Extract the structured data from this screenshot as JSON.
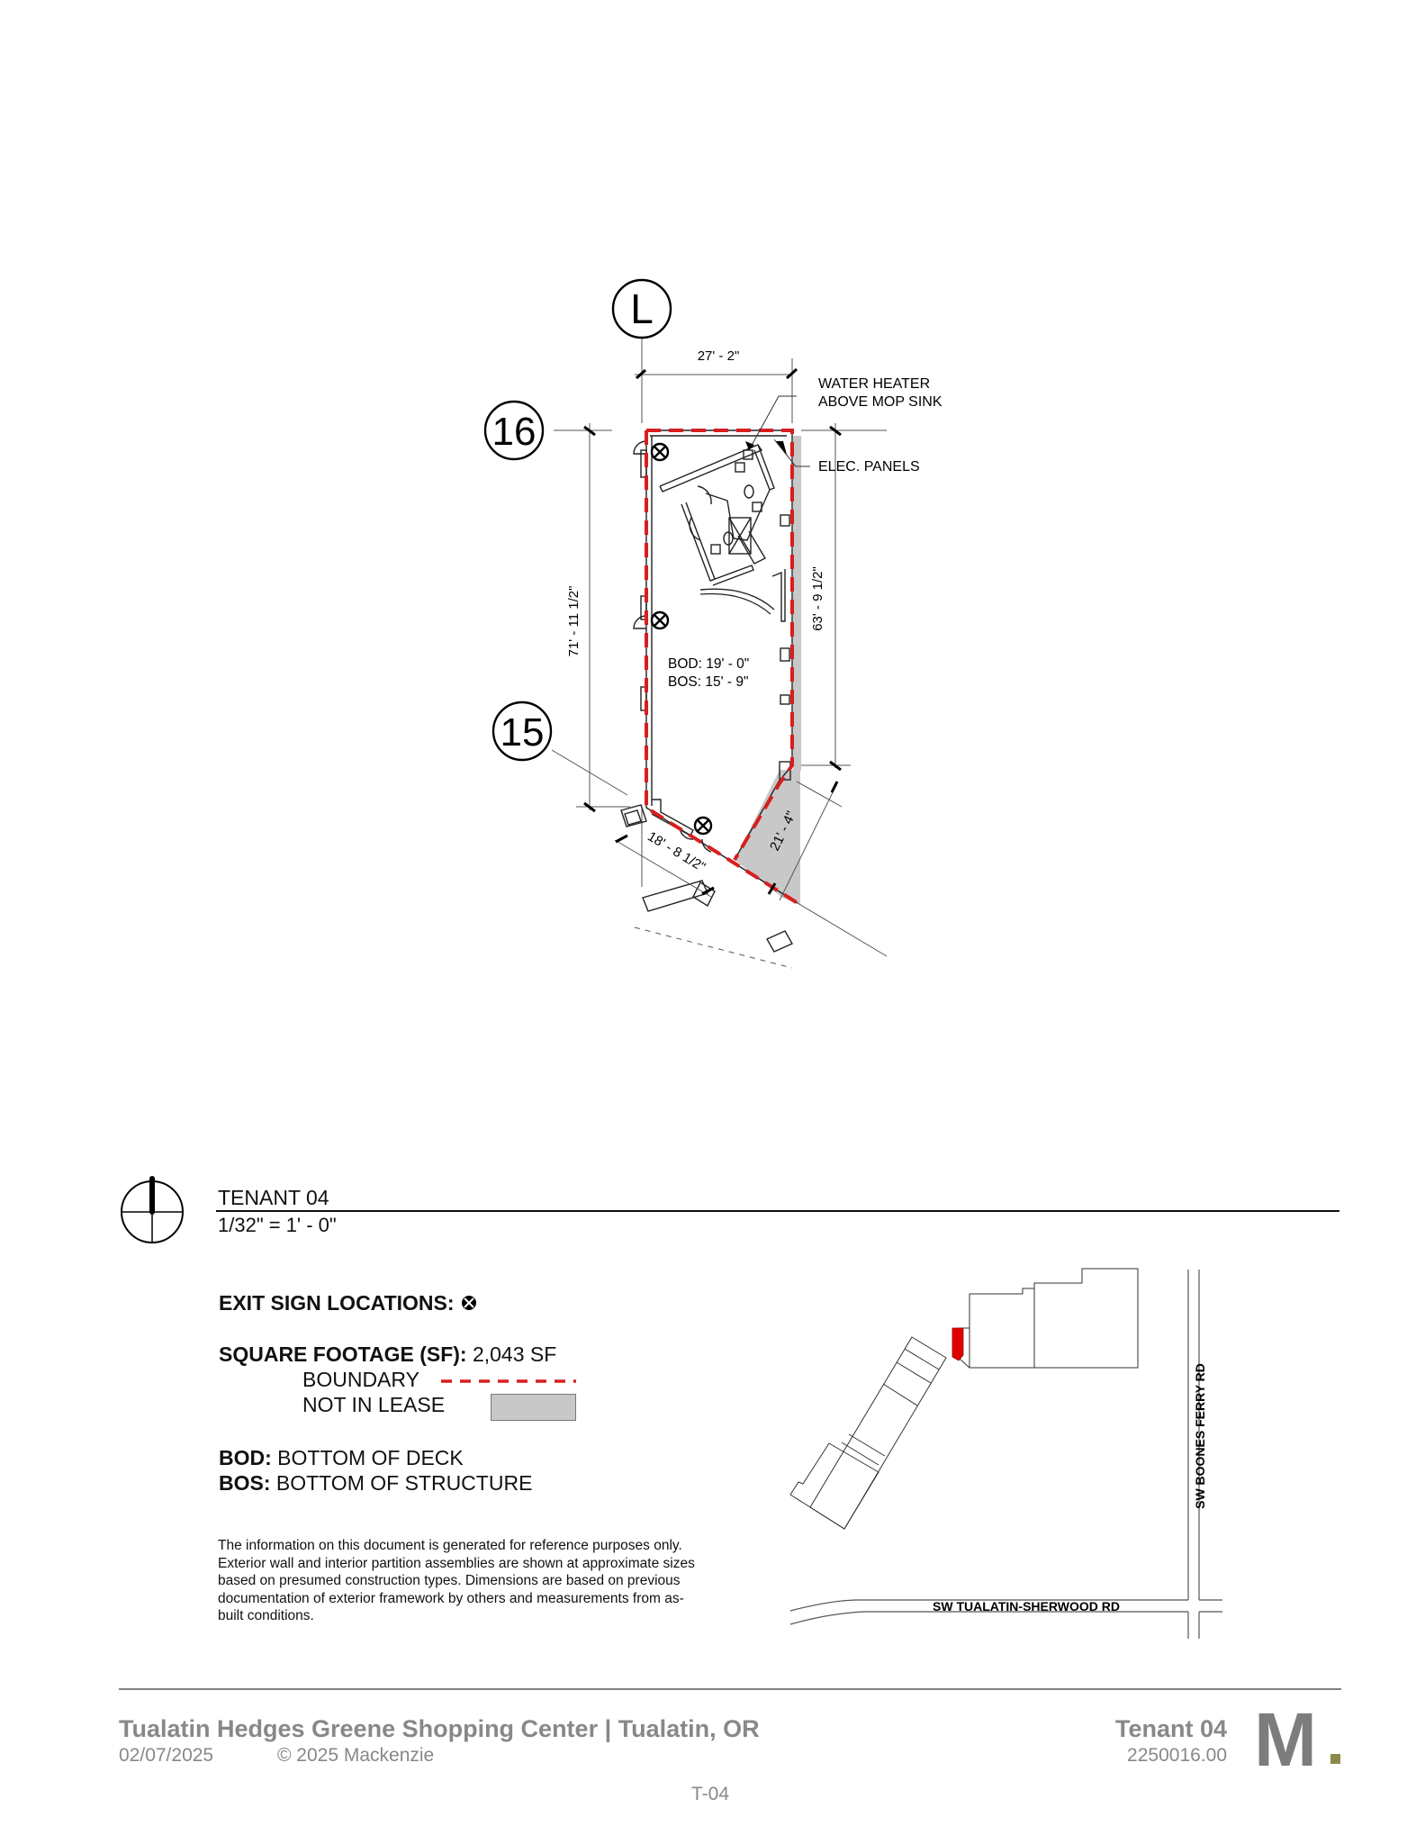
{
  "plan": {
    "grid_bubbles": [
      {
        "id": "L"
      },
      {
        "id": "16"
      },
      {
        "id": "15"
      }
    ],
    "dimensions": {
      "top_width": "27' - 2\"",
      "left_height": "71' - 11 1/2\"",
      "right_height": "63' - 9 1/2\"",
      "front_diagonal": "18' - 8 1/2\"",
      "notch_diagonal": "21' - 4\""
    },
    "callouts": {
      "water_heater_line1": "WATER HEATER",
      "water_heater_line2": "ABOVE MOP SINK",
      "elec_panels": "ELEC. PANELS"
    },
    "heights": {
      "bod": "BOD: 19' - 0\"",
      "bos": "BOS: 15' - 9\""
    },
    "exit_sign_count": 3
  },
  "title_block": {
    "title": "TENANT 04",
    "scale": "1/32\" = 1' - 0\"",
    "north_arrow_icon": "north-arrow"
  },
  "legend": {
    "exit_label": "EXIT SIGN LOCATIONS:",
    "exit_icon": "exit-sign",
    "sf_label": "SQUARE FOOTAGE (SF):",
    "sf_value": "2,043 SF",
    "boundary_label": "BOUNDARY",
    "boundary_color": "#d81e1e",
    "not_in_lease_label": "NOT IN LEASE",
    "not_in_lease_color": "#c8c8c8",
    "bod_key": "BOD:",
    "bod_desc": "BOTTOM OF DECK",
    "bos_key": "BOS:",
    "bos_desc": "BOTTOM OF STRUCTURE"
  },
  "disclaimer": "The information on this document is generated for reference purposes only. Exterior wall and interior partition assemblies are shown at approximate sizes based on presumed construction types. Dimensions are based on previous documentation of exterior framework by others and measurements from as-built conditions.",
  "key_map": {
    "road_vertical": "SW BOONES FERRY RD",
    "road_horizontal": "SW TUALATIN-SHERWOOD RD",
    "highlight_color": "#e00000"
  },
  "footer": {
    "project": "Tualatin Hedges Greene Shopping Center | Tualatin, OR",
    "date": "02/07/2025",
    "copyright": "© 2025 Mackenzie",
    "tenant": "Tenant 04",
    "project_number": "2250016.00",
    "sheet": "T-04",
    "logo_letter": "M",
    "logo_dot_color": "#8a8a4a"
  }
}
